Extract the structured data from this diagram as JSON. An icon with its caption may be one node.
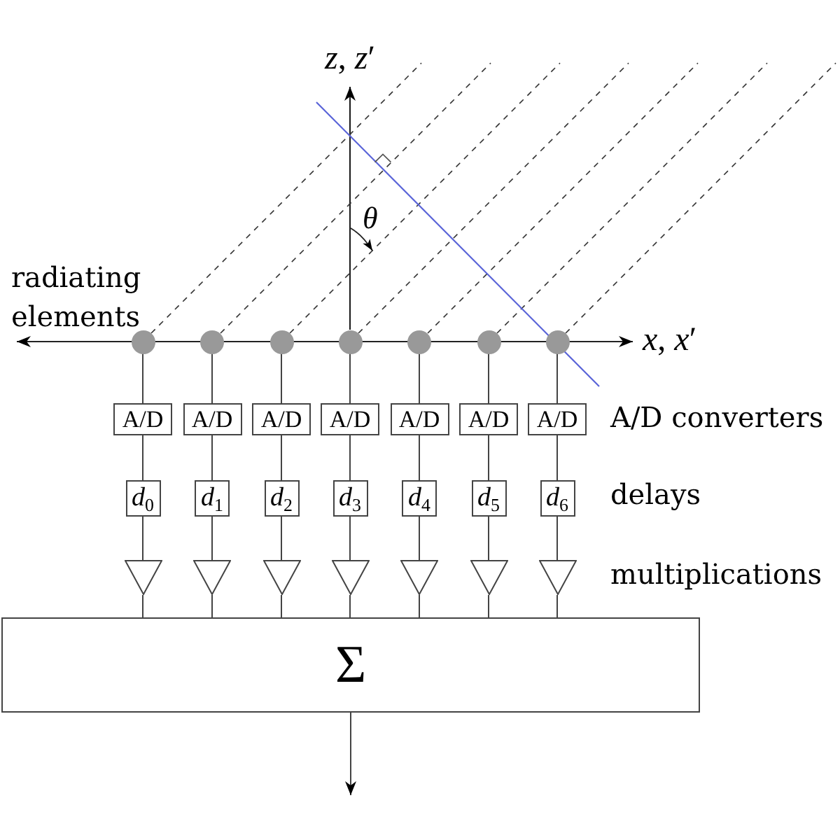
{
  "diagram": {
    "nodes": [
      {
        "text": [],
        "shape": "circle"
      },
      {
        "text": [],
        "shape": "circle"
      },
      {
        "text": [],
        "shape": "circle"
      },
      {
        "text": [],
        "shape": "circle"
      },
      {
        "text": [],
        "shape": "circle"
      },
      {
        "text": [],
        "shape": "circle"
      },
      {
        "text": [],
        "shape": "circle"
      },
      {
        "text": [
          "A/D"
        ]
      },
      {
        "text": [
          "A/D"
        ]
      },
      {
        "text": [
          "A/D"
        ]
      },
      {
        "text": [
          "A/D"
        ]
      },
      {
        "text": [
          "A/D"
        ]
      },
      {
        "text": [
          "A/D"
        ]
      },
      {
        "text": [
          "A/D"
        ]
      },
      {
        "text": [
          "*d*$_{0}$"
        ]
      },
      {
        "text": [
          "*d*$_{1}$"
        ]
      },
      {
        "text": [
          "*d*$_{2}$"
        ]
      },
      {
        "text": [
          "*d*$_{3}$"
        ]
      },
      {
        "text": [
          "*d*$_{4}$"
        ]
      },
      {
        "text": [
          "*d*$_{5}$"
        ]
      },
      {
        "text": [
          "*d*$_{6}$"
        ]
      },
      {
        "text": [],
        "shape": "triangle"
      },
      {
        "text": [],
        "shape": "triangle"
      },
      {
        "text": [],
        "shape": "triangle"
      },
      {
        "text": [],
        "shape": "triangle"
      },
      {
        "text": [],
        "shape": "triangle"
      },
      {
        "text": [],
        "shape": "triangle"
      },
      {
        "text": [],
        "shape": "triangle"
      },
      {
        "text": [
          "Σ"
        ]
      }
    ],
    "edges": [
      {
        "from": 0,
        "to": 7,
        "arrow": "none"
      },
      {
        "from": 1,
        "to": 8,
        "arrow": "none"
      },
      {
        "from": 2,
        "to": 9,
        "arrow": "none"
      },
      {
        "from": 3,
        "to": 10,
        "arrow": "none"
      },
      {
        "from": 4,
        "to": 11,
        "arrow": "none"
      },
      {
        "from": 5,
        "to": 12,
        "arrow": "none"
      },
      {
        "from": 6,
        "to": 13,
        "arrow": "none"
      },
      {
        "from": 7,
        "to": 14,
        "arrow": "none"
      },
      {
        "from": 8,
        "to": 15,
        "arrow": "none"
      },
      {
        "from": 9,
        "to": 16,
        "arrow": "none"
      },
      {
        "from": 10,
        "to": 17,
        "arrow": "none"
      },
      {
        "from": 11,
        "to": 18,
        "arrow": "none"
      },
      {
        "from": 12,
        "to": 19,
        "arrow": "none"
      },
      {
        "from": 13,
        "to": 20,
        "arrow": "none"
      },
      {
        "from": 14,
        "to": 21,
        "arrow": "none"
      },
      {
        "from": 15,
        "to": 22,
        "arrow": "none"
      },
      {
        "from": 16,
        "to": 23,
        "arrow": "none"
      },
      {
        "from": 17,
        "to": 24,
        "arrow": "none"
      },
      {
        "from": 18,
        "to": 25,
        "arrow": "none"
      },
      {
        "from": 19,
        "to": 26,
        "arrow": "none"
      },
      {
        "from": 20,
        "to": 27,
        "arrow": "none"
      },
      {
        "from": 21,
        "to": 28,
        "arrow": "none"
      },
      {
        "from": 22,
        "to": 28,
        "arrow": "none"
      },
      {
        "from": 23,
        "to": 28,
        "arrow": "none"
      },
      {
        "from": 24,
        "to": 28,
        "arrow": "none"
      },
      {
        "from": 25,
        "to": 28,
        "arrow": "none"
      },
      {
        "from": 26,
        "to": 28,
        "arrow": "none"
      },
      {
        "from": 27,
        "to": 28,
        "arrow": "none"
      },
      {
        "from": 28,
        "to": null,
        "arrow": "to"
      }
    ],
    "labels": [
      "*z*, *z*′",
      "θ",
      "radiating elements",
      "*x*, *x*′",
      "A/D converters",
      "delays",
      "multiplications"
    ]
  }
}
